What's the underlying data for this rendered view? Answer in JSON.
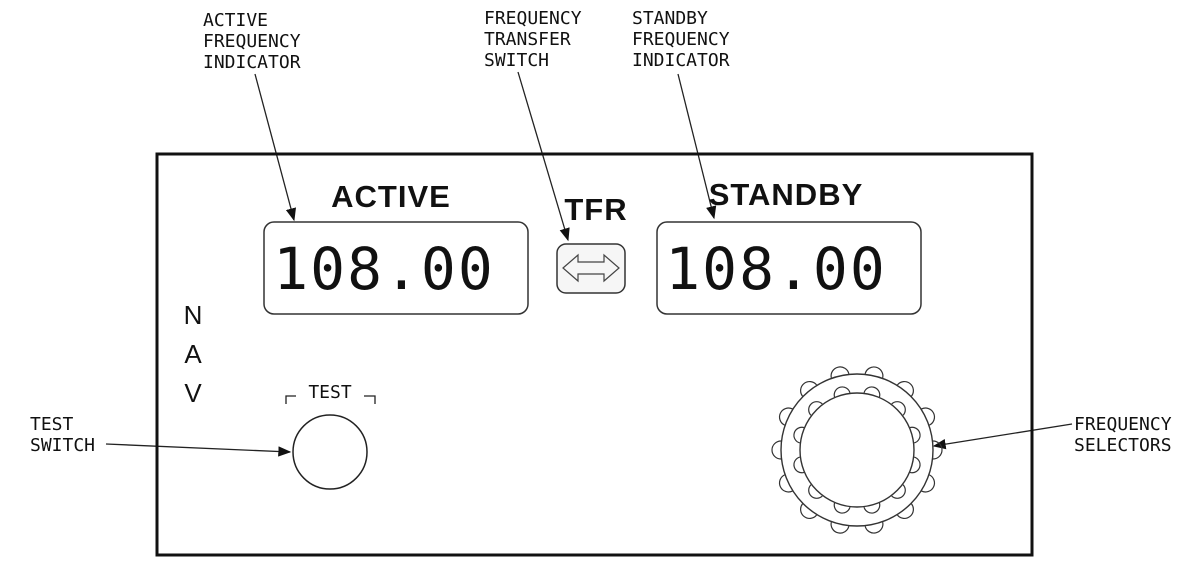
{
  "callouts": {
    "active_indicator": [
      "ACTIVE",
      "FREQUENCY",
      "INDICATOR"
    ],
    "transfer_switch": [
      "FREQUENCY",
      "TRANSFER",
      "SWITCH"
    ],
    "standby_indicator": [
      "STANDBY",
      "FREQUENCY",
      "INDICATOR"
    ],
    "test_switch": [
      "TEST",
      "SWITCH"
    ],
    "frequency_selectors": [
      "FREQUENCY",
      "SELECTORS"
    ]
  },
  "panel": {
    "active_label": "ACTIVE",
    "standby_label": "STANDBY",
    "tfr_label": "TFR",
    "nav_letters": [
      "N",
      "A",
      "V"
    ],
    "test_label": "TEST",
    "active_frequency": "108.00",
    "standby_frequency": "108.00"
  }
}
